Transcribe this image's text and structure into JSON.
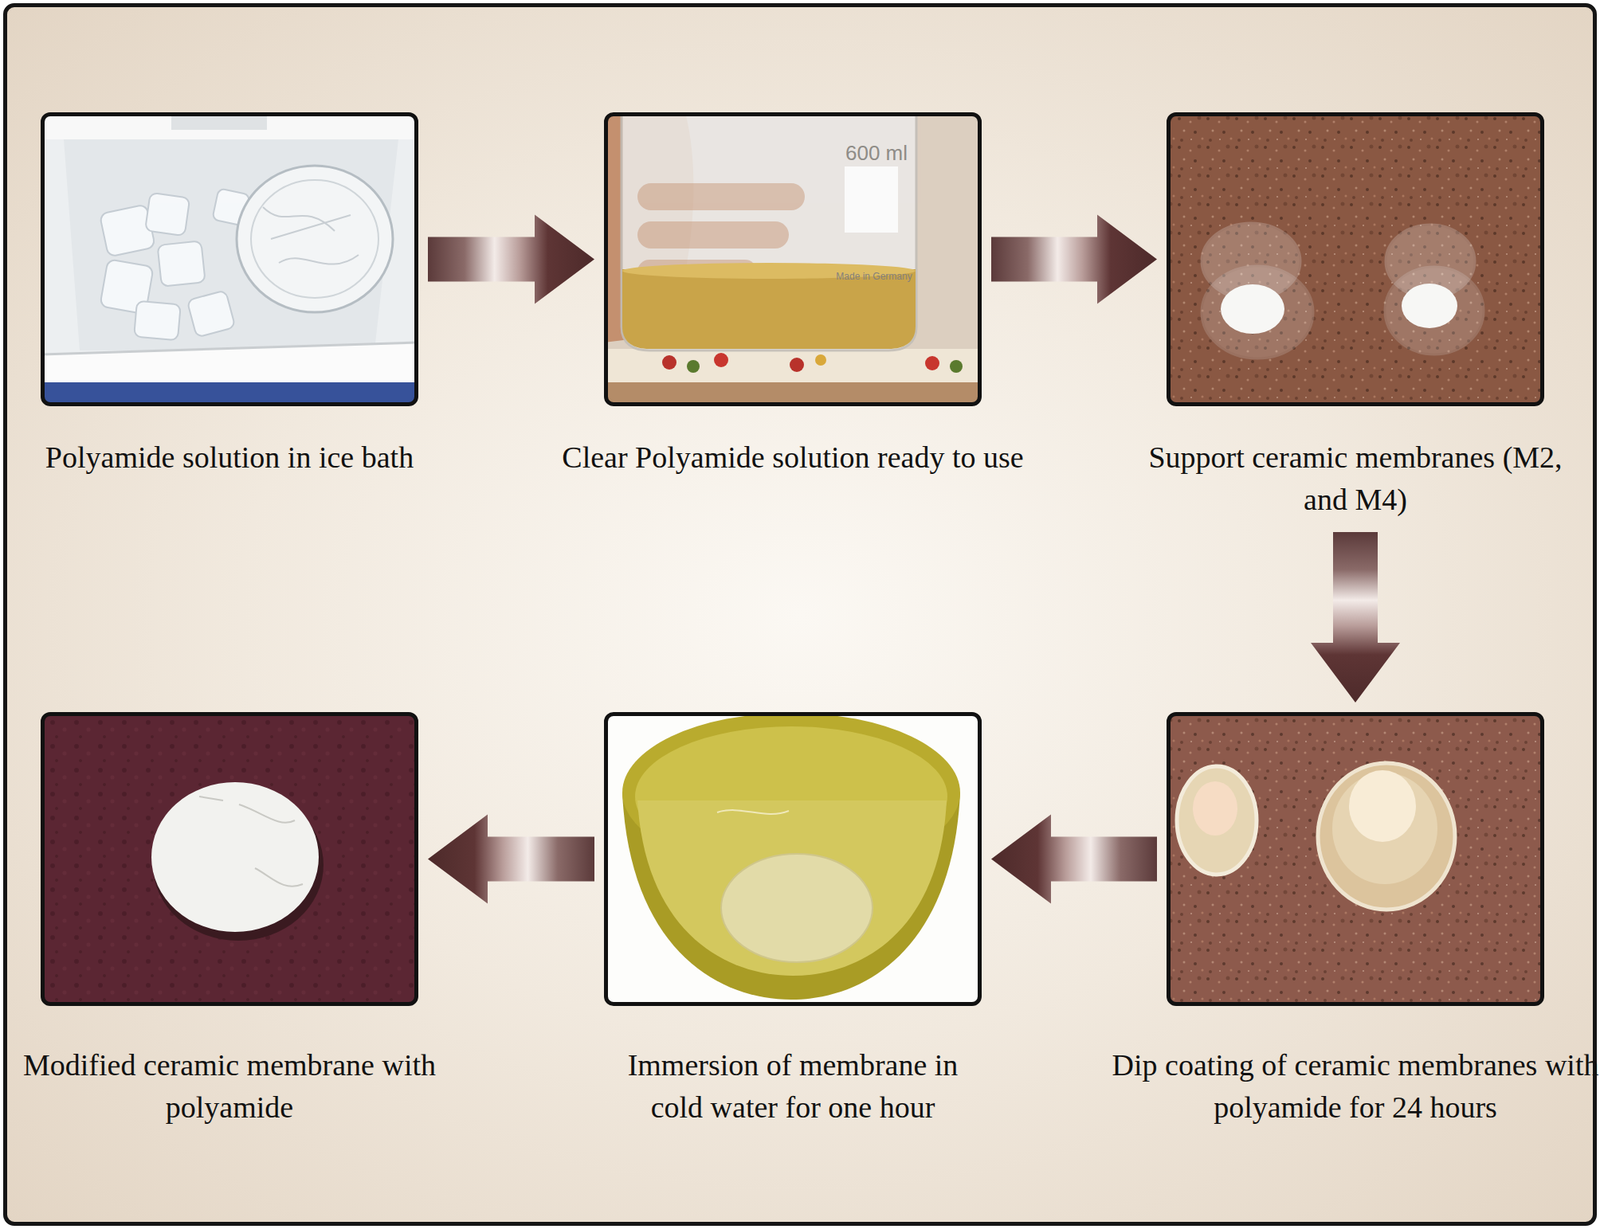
{
  "diagram": {
    "nodes": [
      {
        "text": [
          "Polyamide solution in ice bath"
        ]
      },
      {
        "text": [
          "Clear Polyamide solution ready to use"
        ]
      },
      {
        "text": [
          "Support ceramic membranes (M2, and M4)"
        ]
      },
      {
        "text": [
          "Dip coating of ceramic membranes with polyamide for 24 hours"
        ]
      },
      {
        "text": [
          "Immersion of membrane in cold water for one hour"
        ]
      },
      {
        "text": [
          "Modified ceramic membrane with polyamide"
        ]
      }
    ],
    "edges": [
      {
        "from": 0,
        "to": 1,
        "arrow": "to"
      },
      {
        "from": 1,
        "to": 2,
        "arrow": "to"
      },
      {
        "from": 2,
        "to": 3,
        "arrow": "to"
      },
      {
        "from": 3,
        "to": 4,
        "arrow": "to"
      },
      {
        "from": 4,
        "to": 5,
        "arrow": "to"
      }
    ],
    "labels": [
      "600 ml",
      "Made in Germany"
    ]
  }
}
